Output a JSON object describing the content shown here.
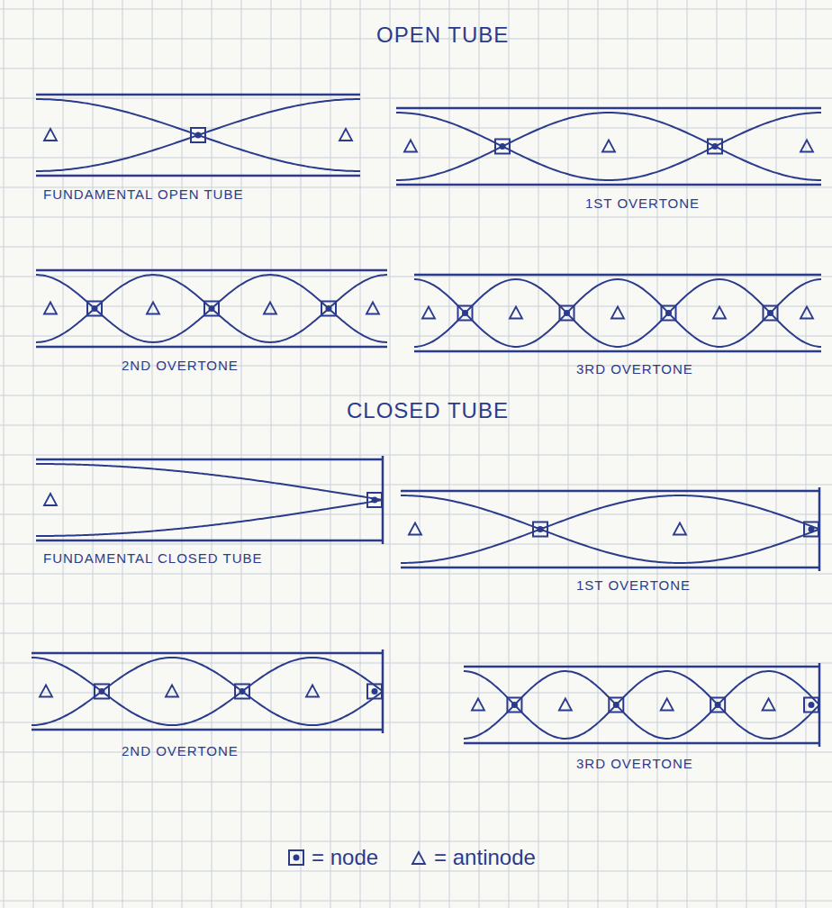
{
  "diagram": {
    "labels": [
      "OPEN TUBE",
      "FUNDAMENTAL OPEN TUBE",
      "1ST OVERTONE",
      "2ND OVERTONE",
      "3RD OVERTONE",
      "CLOSED TUBE",
      "FUNDAMENTAL CLOSED TUBE",
      "1ST OVERTONE",
      "2ND OVERTONE",
      "3RD OVERTONE"
    ],
    "legend": [
      {
        "text": "= node"
      },
      {
        "text": "= antinode"
      }
    ]
  }
}
